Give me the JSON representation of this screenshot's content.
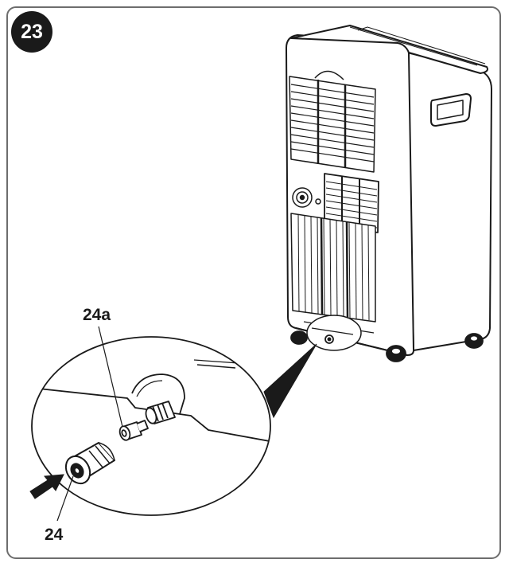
{
  "figure": {
    "step_number": "23",
    "callouts": {
      "drain_plug_cap": "24a",
      "drain_cap": "24"
    }
  },
  "colors": {
    "line": "#1a1a1a",
    "frame": "#6d6d6d",
    "badge": "#1a1a1a",
    "background": "#ffffff"
  },
  "icons": [
    "arrow-right-icon"
  ]
}
